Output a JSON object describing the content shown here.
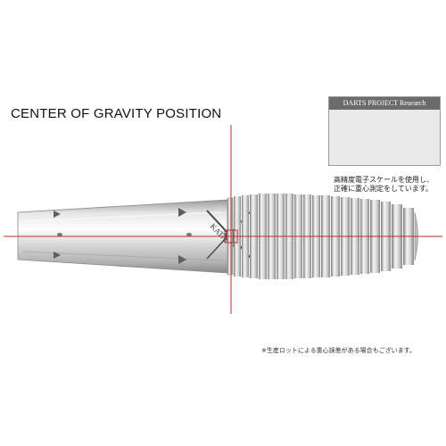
{
  "title": "CENTER OF GRAVITY POSITION",
  "inset": {
    "banner": "DARTS PROJECT Research"
  },
  "captions": {
    "line1": "高精度電子スケールを使用し、",
    "line2": "正確に重心測定をしています。"
  },
  "note": "※生産ロットによる重心誤差がある場合もございます。",
  "logo_text": "KATANA",
  "colors": {
    "crosshair": "#c62828",
    "metal_light": "#f2f2f2",
    "metal_mid": "#c9c9c9",
    "metal_dark": "#8e8e8e"
  }
}
